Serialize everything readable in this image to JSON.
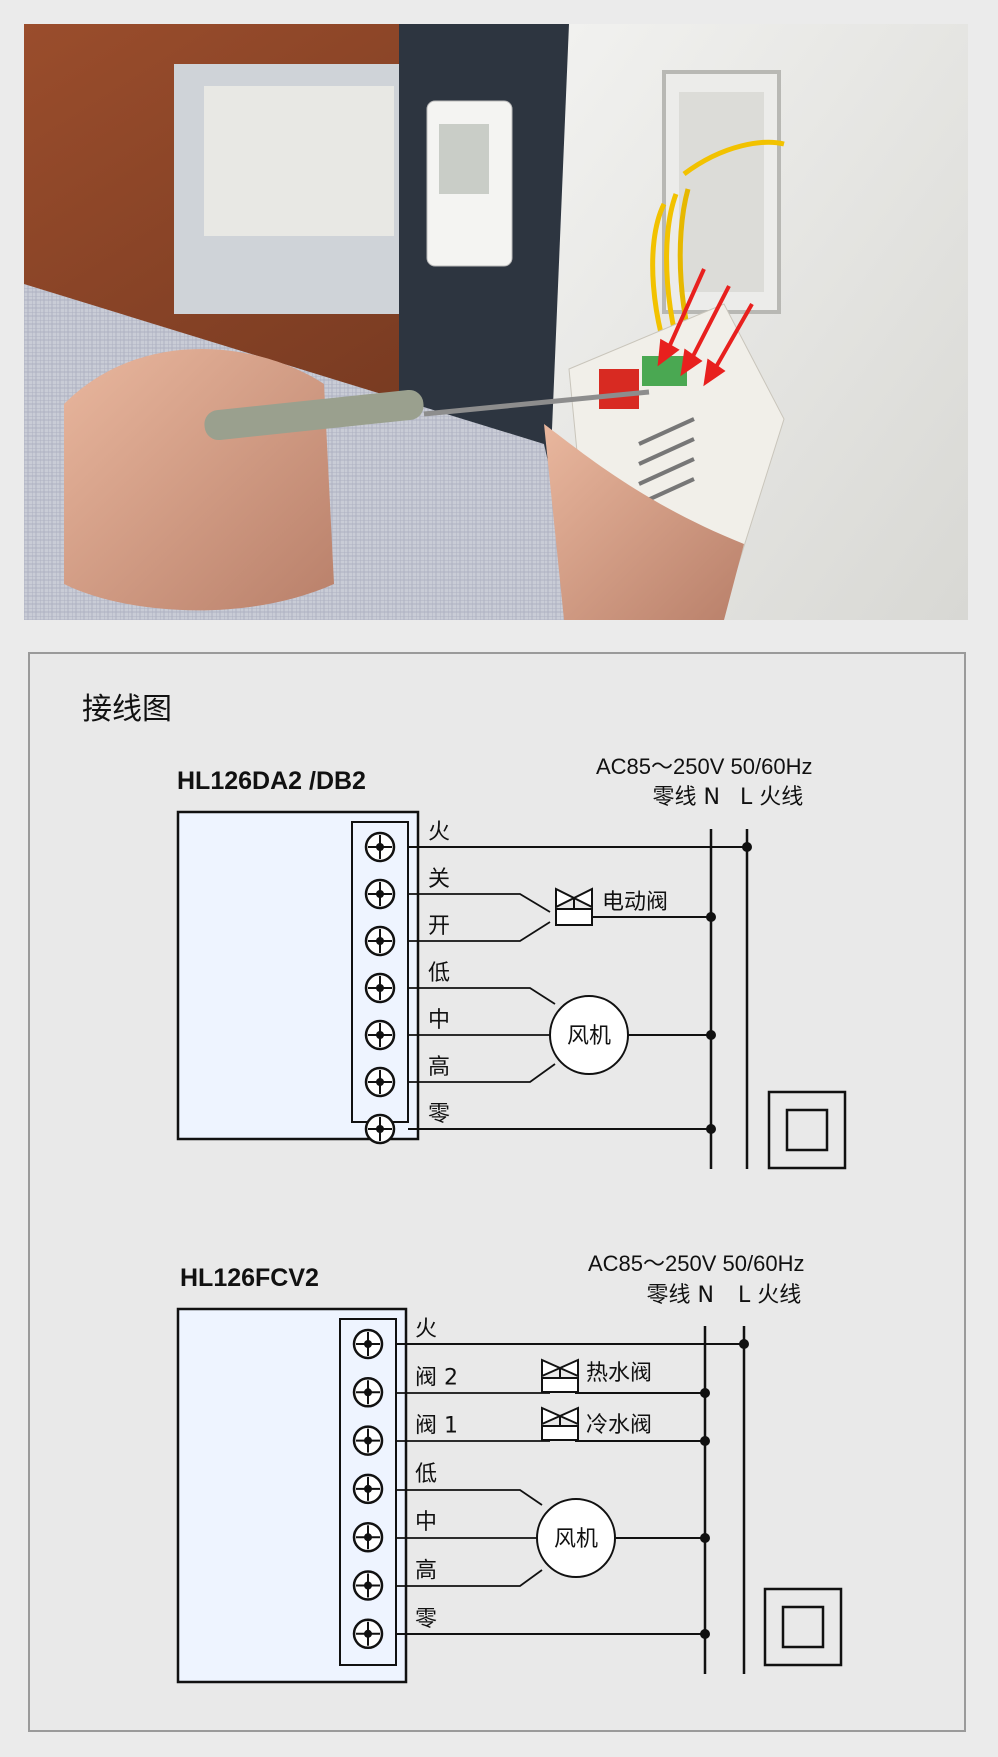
{
  "title": "接线图",
  "diagrams": [
    {
      "model": "HL126DA2 /DB2",
      "spec": "AC85～250V    50/60Hz",
      "neutral_label": "零线 N",
      "live_label": "L 火线",
      "terminals": [
        "火",
        "关",
        "开",
        "低",
        "中",
        "高",
        "零"
      ],
      "valves": [
        "电动阀"
      ],
      "fan_label": "风机"
    },
    {
      "model": "HL126FCV2",
      "spec": "AC85～250V    50/60Hz",
      "neutral_label": "零线 N",
      "live_label": "L 火线",
      "terminals": [
        "火",
        "阀 2",
        "阀 1",
        "低",
        "中",
        "高",
        "零"
      ],
      "valves": [
        "热水阀",
        "冷水阀"
      ],
      "fan_label": "风机"
    }
  ],
  "colors": {
    "background": "#ebebeb",
    "panel_border": "#9a9a9a",
    "device_fill": "#eef4ff",
    "arrow": "#e8201e",
    "wire": "#f2c200"
  }
}
